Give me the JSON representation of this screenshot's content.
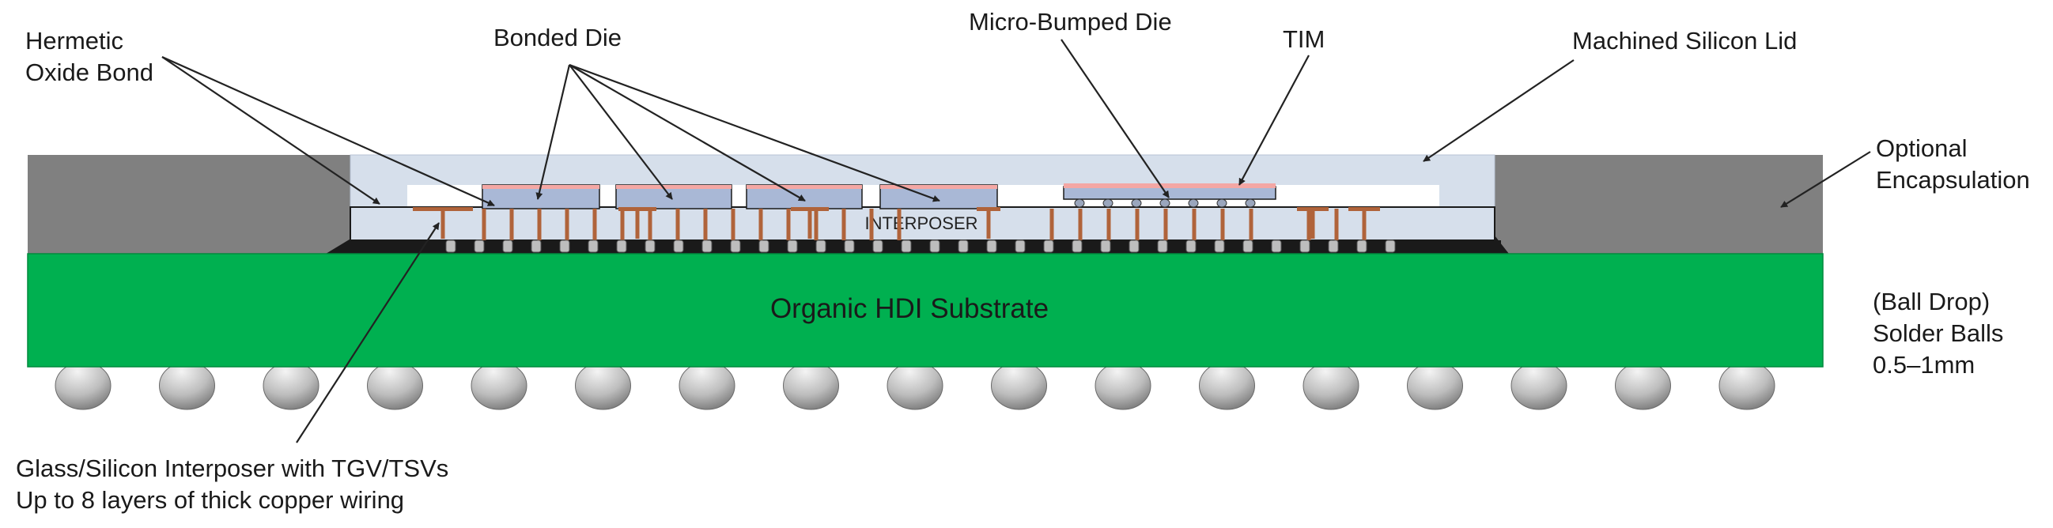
{
  "labels": {
    "hermetic_line1": "Hermetic",
    "hermetic_line2": "Oxide Bond",
    "bonded_die": "Bonded Die",
    "micro_bumped_die": "Micro-Bumped Die",
    "tim": "TIM",
    "lid": "Machined Silicon Lid",
    "encap_line1": "Optional",
    "encap_line2": "Encapsulation",
    "interposer": "INTERPOSER",
    "substrate": "Organic HDI Substrate",
    "balls_line1": "(Ball Drop)",
    "balls_line2": "Solder Balls",
    "balls_line3": "0.5–1mm",
    "glass_line1": "Glass/Silicon Interposer with TGV/TSVs",
    "glass_line2": "Up to 8 layers of thick copper wiring"
  },
  "colors": {
    "substrate": "#00b050",
    "encapsulation": "#808080",
    "lid": "#d6dfeb",
    "die": "#a9b8d6",
    "tim": "#f4a7a4",
    "copper": "#b0633a",
    "underfill": "#1a1a1a",
    "solder_ball": "#c8c8c8"
  }
}
